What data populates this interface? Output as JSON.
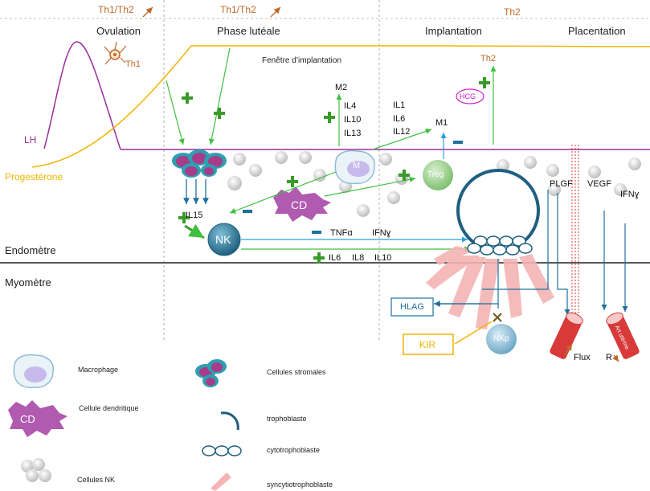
{
  "colors": {
    "lh": "#9b2f9b",
    "progesterone": "#f0b400",
    "stimulation": "#3fbf3f",
    "inhibition": "#1f6f9f",
    "th": "#c0692a",
    "nk": "#2e7f9f",
    "treg": "#7fbf6f",
    "dendritic": "#b05ab0",
    "syncytio": "#f4b4b4",
    "artery": "#d83a3a",
    "kir": "#f0b400",
    "hcg": "#d020d0",
    "plus": "#3a9a2a"
  },
  "header": {
    "th_top_left": "Th1/Th2",
    "th_top_mid": "Th1/Th2",
    "th_top_right": "Th2",
    "phases": [
      "Ovulation",
      "Phase lutéale",
      "Implantation",
      "Placentation"
    ]
  },
  "hormones": {
    "lh": "LH",
    "progesterone": "Progestérone",
    "th1": "Th1",
    "th2": "Th2",
    "hcg": "HCG"
  },
  "labels": {
    "window": "Fenêtre d’implantation",
    "endometrium": "Endomètre",
    "myometrium": "Myomètre",
    "il15": "IL15",
    "tnf": "TNFα",
    "ifn_mid": "IFNɣ",
    "il6": "IL6",
    "il8": "IL8",
    "il10": "IL10",
    "m2": "M2",
    "m2_cytokines": [
      "IL4",
      "IL10",
      "IL13"
    ],
    "m1": "M1",
    "m1_cytokines": [
      "IL1",
      "IL6",
      "IL12"
    ],
    "plgf": "PLGF",
    "vegf": "VEGF",
    "ifn_right": "IFNɣ",
    "hlag": "HLAG",
    "kir": "KIR",
    "flux": "Flux",
    "r": "R",
    "artery": "Art utérine"
  },
  "cells": {
    "nk": "NK",
    "cd": "CD",
    "macrophage": "M",
    "treg": "Treg",
    "nkp": "NKp"
  },
  "legend": [
    {
      "icon": "macrophage",
      "label": "Macrophage"
    },
    {
      "icon": "dendritic",
      "label": "Cellule dendritique"
    },
    {
      "icon": "nk",
      "label": "Cellules NK"
    },
    {
      "icon": "stromal",
      "label": "Cellules stromales"
    },
    {
      "icon": "trophoblast",
      "label": "trophoblaste"
    },
    {
      "icon": "cytotrophoblast",
      "label": "cytotrophoblaste"
    },
    {
      "icon": "syncytiotrophoblast",
      "label": "syncytiotrophoblaste"
    }
  ],
  "legend_cd": "CD"
}
